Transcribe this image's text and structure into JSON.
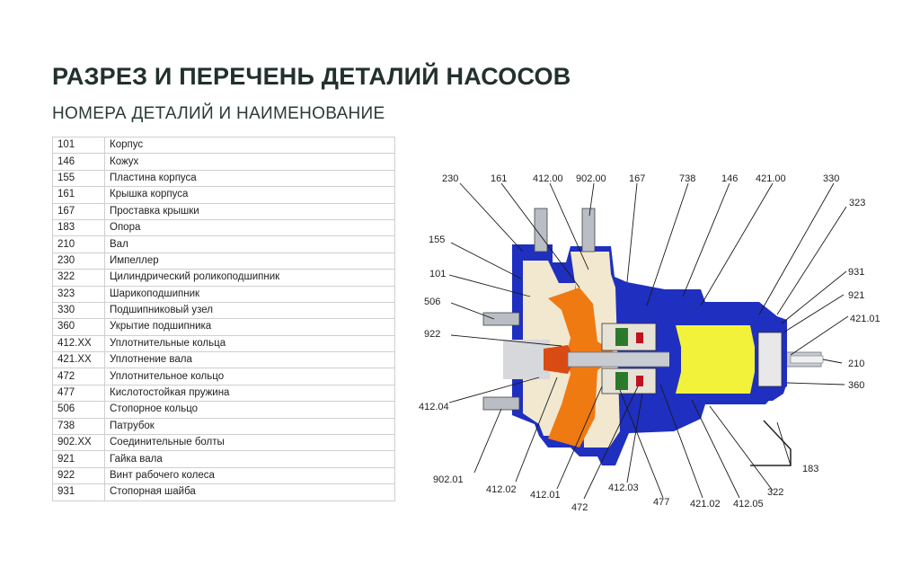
{
  "header": {
    "title": "РАЗРЕЗ И ПЕРЕЧЕНЬ ДЕТАЛИЙ НАСОСОВ",
    "subtitle": "НОМЕРА ДЕТАЛИЙ И НАИМЕНОВАНИЕ"
  },
  "parts": [
    {
      "num": "101",
      "name": "Корпус"
    },
    {
      "num": "146",
      "name": "Кожух"
    },
    {
      "num": "155",
      "name": "Пластина корпуса"
    },
    {
      "num": "161",
      "name": "Крышка корпуса"
    },
    {
      "num": "167",
      "name": "Проставка крышки"
    },
    {
      "num": "183",
      "name": "Опора"
    },
    {
      "num": "210",
      "name": "Вал"
    },
    {
      "num": "230",
      "name": "Импеллер"
    },
    {
      "num": "322",
      "name": "Цилиндрический роликоподшипник"
    },
    {
      "num": "323",
      "name": "Шарикоподшипник"
    },
    {
      "num": "330",
      "name": "Подшипниковый узел"
    },
    {
      "num": "360",
      "name": "Укрытие подшипника"
    },
    {
      "num": "412.XX",
      "name": "Уплотнительные кольца"
    },
    {
      "num": "421.XX",
      "name": "Уплотнение вала"
    },
    {
      "num": "472",
      "name": "Уплотнительное кольцо"
    },
    {
      "num": "477",
      "name": "Кислотостойкая пружина"
    },
    {
      "num": "506",
      "name": "Стопорное кольцо"
    },
    {
      "num": "738",
      "name": "Патрубок"
    },
    {
      "num": "902.XX",
      "name": "Соединительные болты"
    },
    {
      "num": "921",
      "name": "Гайка вала"
    },
    {
      "num": "922",
      "name": "Винт рабочего колеса"
    },
    {
      "num": "931",
      "name": "Стопорная шайба"
    }
  ],
  "callouts": {
    "c230": "230",
    "c161": "161",
    "c41200": "412.00",
    "c90200": "902.00",
    "c167": "167",
    "c738": "738",
    "c146": "146",
    "c42100": "421.00",
    "c330": "330",
    "c323": "323",
    "c155": "155",
    "c101": "101",
    "c506": "506",
    "c922": "922",
    "c41204": "412.04",
    "c90201": "902.01",
    "c41202": "412.02",
    "c41201": "412.01",
    "c472": "472",
    "c41203": "412.03",
    "c477": "477",
    "c42102": "421.02",
    "c41205": "412.05",
    "c322": "322",
    "c183": "183",
    "c360": "360",
    "c210": "210",
    "c42101": "421.01",
    "c921": "921",
    "c931": "931"
  },
  "colors": {
    "casing": "#1f2fbf",
    "insert": "#f1e8cf",
    "impeller": "#f07a12",
    "bearing": "#f2f23a",
    "shaft": "#c8ccd2",
    "label": "#222222"
  }
}
